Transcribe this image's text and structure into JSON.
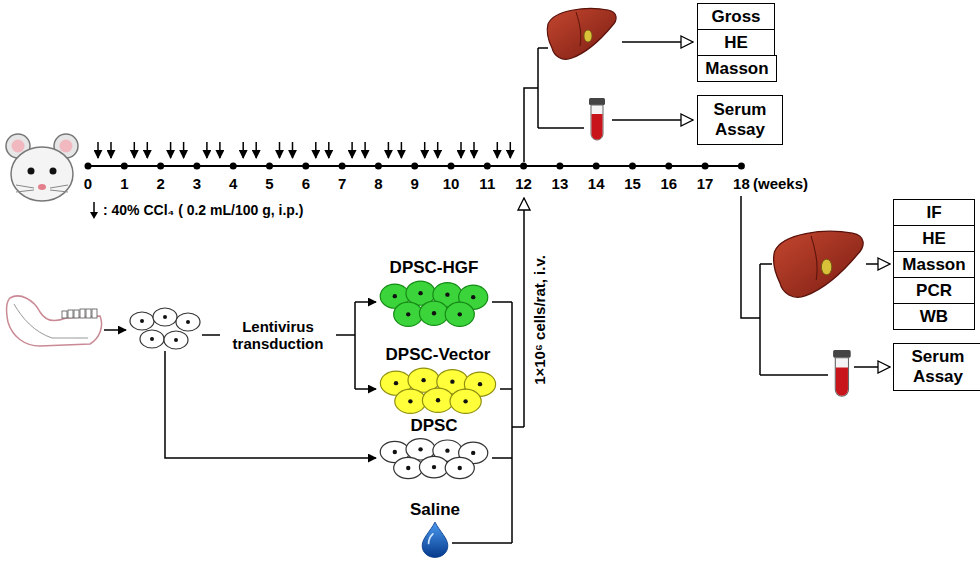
{
  "diagram": {
    "nodes": [
      {
        "text": [
          "Gross"
        ]
      },
      {
        "text": [
          "HE"
        ]
      },
      {
        "text": [
          "Masson"
        ]
      },
      {
        "text": [
          "Serum Assay"
        ]
      },
      {
        "text": [
          "DPSC-HGF"
        ]
      },
      {
        "text": [
          "DPSC-Vector"
        ]
      },
      {
        "text": [
          "DPSC"
        ]
      },
      {
        "text": [
          "Saline"
        ]
      },
      {
        "text": [
          "IF"
        ]
      },
      {
        "text": [
          "HE"
        ]
      },
      {
        "text": [
          "Masson"
        ]
      },
      {
        "text": [
          "PCR"
        ]
      },
      {
        "text": [
          "WB"
        ]
      },
      {
        "text": [
          "Serum Assay"
        ]
      }
    ],
    "labels": [
      "0",
      "1",
      "2",
      "3",
      "4",
      "5",
      "6",
      "7",
      "8",
      "9",
      "10",
      "11",
      "12",
      "13",
      "14",
      "15",
      "16",
      "17",
      "18",
      "(weeks)",
      "Lentivirus transduction",
      "1×10⁶ cells/rat, i.v."
    ],
    "legend": [
      {
        "text": ": 40% CCl₄ ( 0.2 mL/100 g, i.p.)"
      }
    ]
  }
}
